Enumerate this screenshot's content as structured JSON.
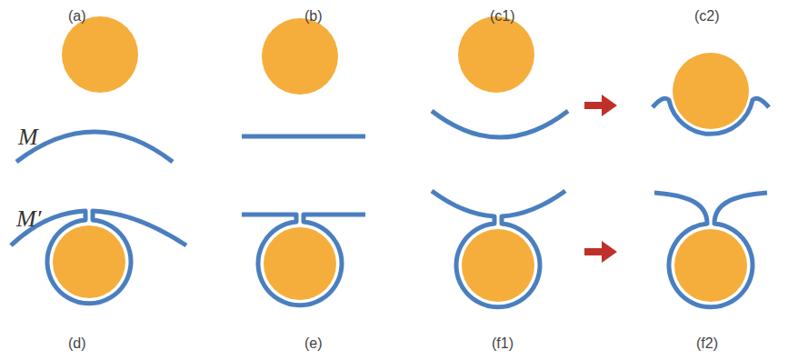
{
  "diagram": {
    "labels": [
      "(a)",
      "(b)",
      "(c1)",
      "(c2)",
      "M",
      "M′",
      "(d)",
      "(e)",
      "(f1)",
      "(f2)"
    ]
  }
}
